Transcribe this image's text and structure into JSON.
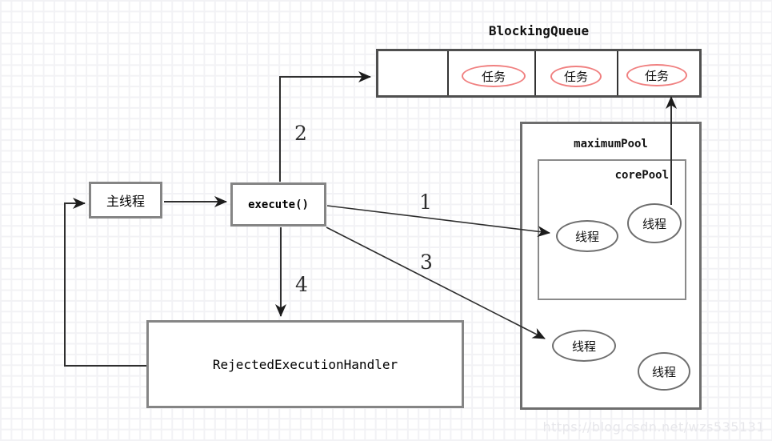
{
  "diagram": {
    "blocking_queue": {
      "title": "BlockingQueue",
      "cells": [
        "",
        "任务",
        "任务",
        "任务"
      ]
    },
    "main_thread_label": "主线程",
    "execute_label": "execute()",
    "rejected_handler_label": "RejectedExecutionHandler",
    "maximum_pool": {
      "label": "maximumPool",
      "threads": [
        "线程",
        "线程"
      ]
    },
    "core_pool": {
      "label": "corePool",
      "threads": [
        "线程",
        "线程"
      ]
    },
    "arrow_labels": [
      "1",
      "2",
      "3",
      "4"
    ],
    "watermark": "https://blog.csdn.net/wzs535131",
    "colors": {
      "task_oval_border": "#f08080",
      "thread_oval_border": "#6f6f6f",
      "box_border": "#858585",
      "queue_border": "#4f4f4f",
      "line": "#2f2f2f",
      "grid": "#f2f2f5",
      "watermark": "#e7e7eb"
    }
  }
}
